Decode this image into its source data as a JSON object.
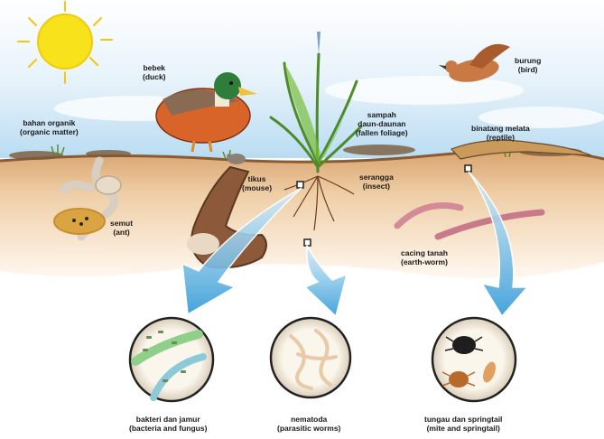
{
  "labels": {
    "duck": {
      "id": "bebek",
      "en": "(duck)"
    },
    "bird": {
      "id": "burung",
      "en": "(bird)"
    },
    "organic": {
      "id": "bahan organik",
      "en": "(organic matter)"
    },
    "foliage": {
      "id": "sampah",
      "id2": "daun-daunan",
      "en": "(fallen foliage)"
    },
    "reptile": {
      "id": "binatang melata",
      "en": "(reptile)"
    },
    "mouse": {
      "id": "tikus",
      "en": "(mouse)"
    },
    "insect": {
      "id": "serangga",
      "en": "(insect)"
    },
    "ant": {
      "id": "semut",
      "en": "(ant)"
    },
    "earthworm": {
      "id": "cacing tanah",
      "en": "(earth-worm)"
    },
    "bacteria": {
      "id": "bakteri dan jamur",
      "en": "(bacteria and fungus)"
    },
    "nematoda": {
      "id": "nematoda",
      "en": "(parasitic worms)"
    },
    "mite": {
      "id": "tungau dan springtail",
      "en": "(mite and springtail)"
    }
  },
  "colors": {
    "sky": "#cfe6f6",
    "soil_top": "#e9c49a",
    "soil_deep": "#fbeee0",
    "arrow": "#4aa8de",
    "sun": "#f7e21b",
    "duck_body": "#d9642a",
    "duck_head": "#2f7d3b"
  }
}
